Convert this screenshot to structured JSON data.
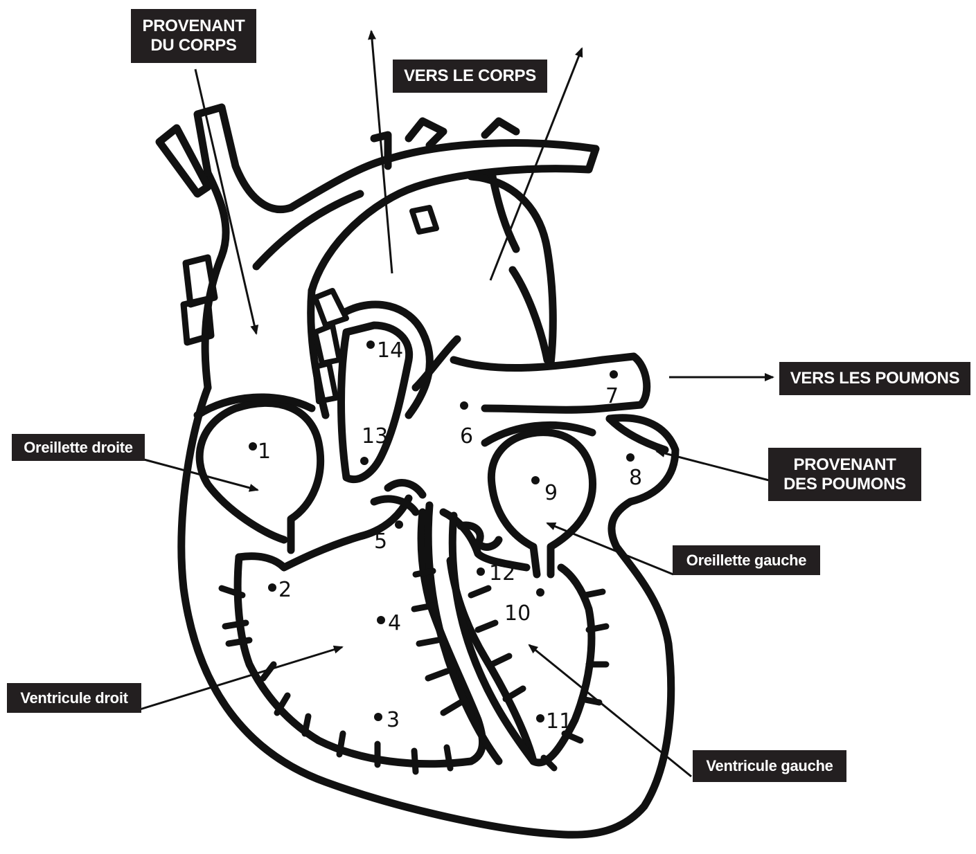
{
  "labels": {
    "from_body": [
      "PROVENANT",
      "DU CORPS"
    ],
    "to_body": "VERS LE CORPS",
    "to_lungs": "VERS LES POUMONS",
    "from_lungs": [
      "PROVENANT",
      "DES POUMONS"
    ],
    "right_atrium": "Oreillette droite",
    "left_atrium": "Oreillette gauche",
    "right_ventricle": "Ventricule droit",
    "left_ventricle": "Ventricule gauche"
  },
  "points": [
    "1",
    "2",
    "3",
    "4",
    "5",
    "6",
    "7",
    "8",
    "9",
    "10",
    "11",
    "12",
    "13",
    "14"
  ],
  "colors": {
    "line": "#111111",
    "label_bg": "#231f20",
    "label_text": "#ffffff"
  }
}
